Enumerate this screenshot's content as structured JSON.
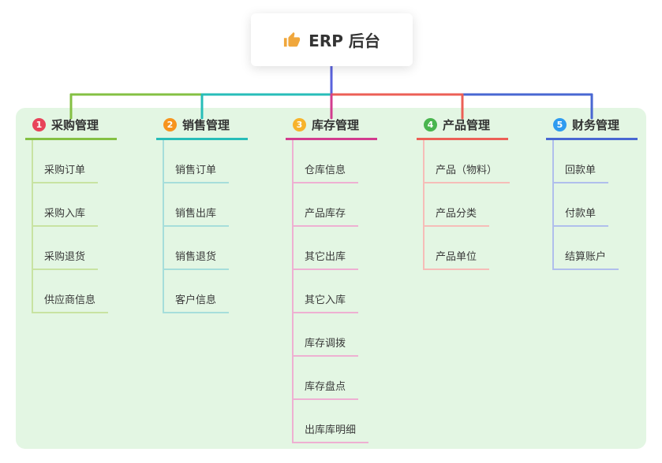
{
  "root": {
    "label": "ERP 后台",
    "icon": "thumbs-up",
    "icon_color": "#f0a73c",
    "line_color": "#5a62dd"
  },
  "canvas": {
    "background": "#e3f6e3"
  },
  "branches": [
    {
      "badge": "1",
      "label": "采购管理",
      "badge_color": "#e8435a",
      "line_color": "#84c043",
      "light_color": "#c8e3a2",
      "children": [
        "采购订单",
        "采购入库",
        "采购退货",
        "供应商信息"
      ]
    },
    {
      "badge": "2",
      "label": "销售管理",
      "badge_color": "#f7941e",
      "line_color": "#27bdb8",
      "light_color": "#a6dedb",
      "children": [
        "销售订单",
        "销售出库",
        "销售退货",
        "客户信息"
      ]
    },
    {
      "badge": "3",
      "label": "库存管理",
      "badge_color": "#f7b32b",
      "line_color": "#d23c8e",
      "light_color": "#eeb0d2",
      "children": [
        "仓库信息",
        "产品库存",
        "其它出库",
        "其它入库",
        "库存调拨",
        "库存盘点",
        "出库库明细"
      ]
    },
    {
      "badge": "4",
      "label": "产品管理",
      "badge_color": "#49b54e",
      "line_color": "#ec5f56",
      "light_color": "#f6bdb8",
      "children": [
        "产品（物料）",
        "产品分类",
        "产品单位"
      ]
    },
    {
      "badge": "5",
      "label": "财务管理",
      "badge_color": "#2e9bf0",
      "line_color": "#4867d2",
      "light_color": "#b0bfec",
      "children": [
        "回款单",
        "付款单",
        "结算账户"
      ]
    }
  ]
}
